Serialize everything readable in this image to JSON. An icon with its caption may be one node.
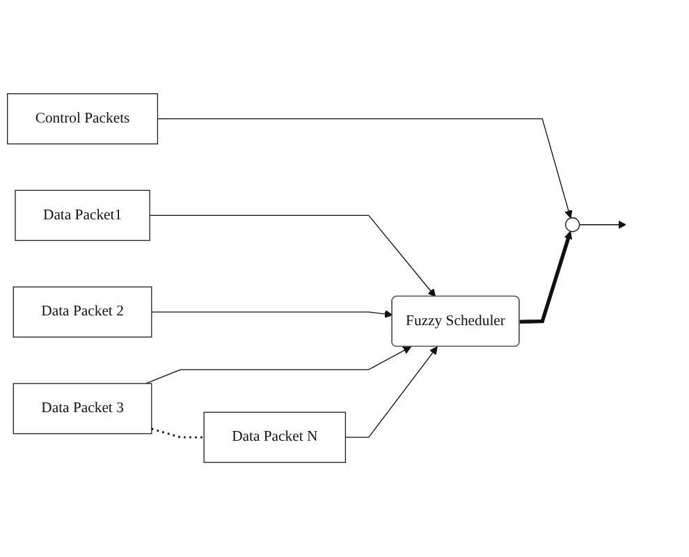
{
  "diagram": {
    "nodes": [
      {
        "text": [
          "Control Packets"
        ]
      },
      {
        "text": [
          "Data Packet1"
        ]
      },
      {
        "text": [
          "Data Packet 2"
        ]
      },
      {
        "text": [
          "Data Packet 3"
        ]
      },
      {
        "text": [
          "Data Packet N"
        ]
      },
      {
        "text": [
          "Fuzzy Scheduler"
        ]
      },
      {
        "text": [],
        "shape": "circle"
      }
    ],
    "edges": [
      {
        "from": 0,
        "to": 6,
        "arrow": "to"
      },
      {
        "from": 1,
        "to": 5,
        "arrow": "to"
      },
      {
        "from": 2,
        "to": 5,
        "arrow": "to"
      },
      {
        "from": 3,
        "to": 5,
        "arrow": "to"
      },
      {
        "from": 3,
        "to": 4,
        "arrow": "none",
        "style": "dashed"
      },
      {
        "from": 4,
        "to": 5,
        "arrow": "to"
      },
      {
        "from": 5,
        "to": 6,
        "arrow": "to",
        "style": "thick"
      },
      {
        "from": 6,
        "to": null,
        "arrow": "to"
      }
    ]
  }
}
